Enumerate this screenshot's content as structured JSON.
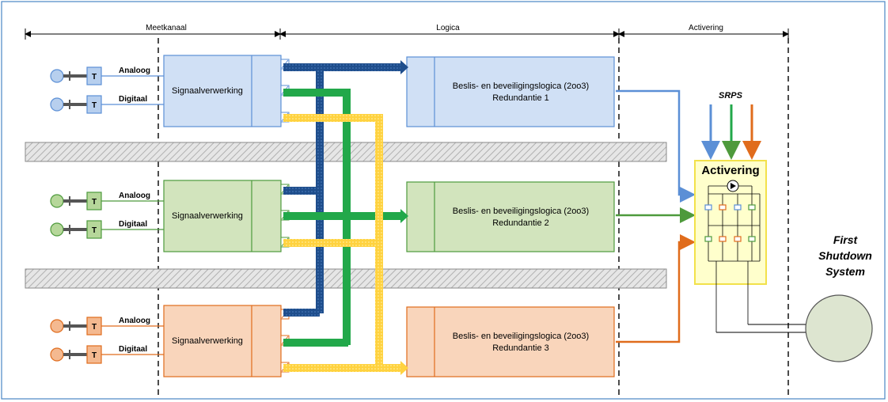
{
  "phases": {
    "meetkanaal": "Meetkanaal",
    "logica": "Logica",
    "activering": "Activering"
  },
  "channels": [
    {
      "color": "#5b8fd6",
      "fill": "#d0e0f5",
      "sensor_fill": "#b7cfee",
      "analog_label": "Analoog",
      "digital_label": "Digitaal",
      "transmitter": "T",
      "processing": "Signaalverwerking",
      "logic_line1": "Beslis- en beveiligingslogica (2oo3)",
      "logic_line2": "Redundantie 1"
    },
    {
      "color": "#4e9a3c",
      "fill": "#d2e4bd",
      "sensor_fill": "#b6d79a",
      "analog_label": "Analoog",
      "digital_label": "Digitaal",
      "transmitter": "T",
      "processing": "Signaalverwerking",
      "logic_line1": "Beslis- en beveiligingslogica (2oo3)",
      "logic_line2": "Redundantie 2"
    },
    {
      "color": "#e06c1c",
      "fill": "#f9d5bb",
      "sensor_fill": "#f4b990",
      "analog_label": "Analoog",
      "digital_label": "Digitaal",
      "transmitter": "T",
      "processing": "Signaalverwerking",
      "logic_line1": "Beslis- en beveiligingslogica (2oo3)",
      "logic_line2": "Redundantie 3"
    }
  ],
  "bus_colors": {
    "blue": "#1f4e8c",
    "green": "#22a84a",
    "yellow": "#ffd23f"
  },
  "srps_label": "SRPS",
  "activation_box": {
    "title": "Activering",
    "fill": "#ffffcc",
    "border": "#f2e14a"
  },
  "first_shutdown": {
    "line1": "First",
    "line2": "Shutdown",
    "line3": "System",
    "fill": "#dde5d0"
  }
}
